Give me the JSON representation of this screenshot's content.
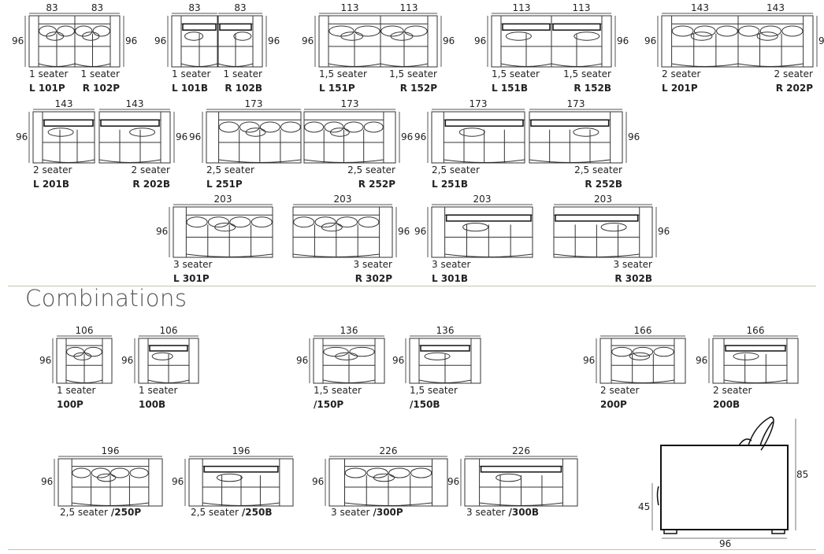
{
  "section_title": "Combinations",
  "modules": [
    {
      "width": "83",
      "depth": "96",
      "seater": "1 seater",
      "code": "L 101P",
      "type": "P",
      "seats": 1,
      "arm": "l"
    },
    {
      "width": "83",
      "depth": "96",
      "seater": "1 seater",
      "code": "R 102P",
      "type": "P",
      "seats": 1,
      "arm": "r"
    },
    {
      "width": "83",
      "depth": "96",
      "seater": "1 seater",
      "code": "L 101B",
      "type": "B",
      "seats": 1,
      "arm": "l"
    },
    {
      "width": "83",
      "depth": "96",
      "seater": "1 seater",
      "code": "R 102B",
      "type": "B",
      "seats": 1,
      "arm": "r"
    },
    {
      "width": "113",
      "depth": "96",
      "seater": "1,5 seater",
      "code": "L 151P",
      "type": "P",
      "seats": 2,
      "arm": "l"
    },
    {
      "width": "113",
      "depth": "96",
      "seater": "1,5 seater",
      "code": "R 152P",
      "type": "P",
      "seats": 2,
      "arm": "r"
    },
    {
      "width": "113",
      "depth": "96",
      "seater": "1,5 seater",
      "code": "L 151B",
      "type": "B",
      "seats": 2,
      "arm": "l"
    },
    {
      "width": "113",
      "depth": "96",
      "seater": "1,5 seater",
      "code": "R 152B",
      "type": "B",
      "seats": 2,
      "arm": "r"
    },
    {
      "width": "143",
      "depth": "96",
      "seater": "2 seater",
      "code": "L 201P",
      "type": "P",
      "seats": 3,
      "arm": "l"
    },
    {
      "width": "143",
      "depth": "96",
      "seater": "2 seater",
      "code": "R 202P",
      "type": "P",
      "seats": 3,
      "arm": "r"
    },
    {
      "width": "143",
      "depth": "96",
      "seater": "2 seater",
      "code": "L 201B",
      "type": "B",
      "seats": 3,
      "arm": "l"
    },
    {
      "width": "143",
      "depth": "96",
      "seater": "2 seater",
      "code": "R 202B",
      "type": "B",
      "seats": 3,
      "arm": "r"
    },
    {
      "width": "173",
      "depth": "96",
      "seater": "2,5 seater",
      "code": "L 251P",
      "type": "P",
      "seats": 4,
      "arm": "l"
    },
    {
      "width": "173",
      "depth": "96",
      "seater": "2,5 seater",
      "code": "R 252P",
      "type": "P",
      "seats": 4,
      "arm": "r"
    },
    {
      "width": "173",
      "depth": "96",
      "seater": "2,5 seater",
      "code": "L 251B",
      "type": "B",
      "seats": 4,
      "arm": "l"
    },
    {
      "width": "173",
      "depth": "96",
      "seater": "2,5 seater",
      "code": "R 252B",
      "type": "B",
      "seats": 4,
      "arm": "r"
    },
    {
      "width": "203",
      "depth": "96",
      "seater": "3 seater",
      "code": "L 301P",
      "type": "P",
      "seats": 4,
      "arm": "l"
    },
    {
      "width": "203",
      "depth": "96",
      "seater": "3 seater",
      "code": "R 302P",
      "type": "P",
      "seats": 4,
      "arm": "r"
    },
    {
      "width": "203",
      "depth": "96",
      "seater": "3 seater",
      "code": "L 301B",
      "type": "B",
      "seats": 4,
      "arm": "l"
    },
    {
      "width": "203",
      "depth": "96",
      "seater": "3 seater",
      "code": "R 302B",
      "type": "B",
      "seats": 4,
      "arm": "r"
    },
    {
      "width": "106",
      "depth": "96",
      "seater": "1 seater",
      "code": "100P",
      "type": "P",
      "seats": 1,
      "arm": "b"
    },
    {
      "width": "106",
      "depth": "96",
      "seater": "1 seater",
      "code": "100B",
      "type": "B",
      "seats": 1,
      "arm": "b"
    },
    {
      "width": "136",
      "depth": "96",
      "seater": "1,5 seater",
      "code": "/150P",
      "type": "P",
      "seats": 2,
      "arm": "b"
    },
    {
      "width": "136",
      "depth": "96",
      "seater": "1,5 seater",
      "code": "/150B",
      "type": "B",
      "seats": 2,
      "arm": "b"
    },
    {
      "width": "166",
      "depth": "96",
      "seater": "2 seater",
      "code": "200P",
      "type": "P",
      "seats": 3,
      "arm": "b"
    },
    {
      "width": "166",
      "depth": "96",
      "seater": "2 seater",
      "code": "200B",
      "type": "B",
      "seats": 3,
      "arm": "b"
    },
    {
      "width": "196",
      "depth": "96",
      "seater": "2,5 seater",
      "code": "/250P",
      "type": "P",
      "seats": 4,
      "arm": "b"
    },
    {
      "width": "196",
      "depth": "96",
      "seater": "2,5 seater",
      "code": "/250B",
      "type": "B",
      "seats": 4,
      "arm": "b"
    },
    {
      "width": "226",
      "depth": "96",
      "seater": "3 seater",
      "code": "/300P",
      "type": "P",
      "seats": 4,
      "arm": "b"
    },
    {
      "width": "226",
      "depth": "96",
      "seater": "3 seater",
      "code": "/300B",
      "type": "B",
      "seats": 4,
      "arm": "b"
    }
  ],
  "side_view": {
    "height": "85",
    "seat_height": "45",
    "depth": "96"
  }
}
